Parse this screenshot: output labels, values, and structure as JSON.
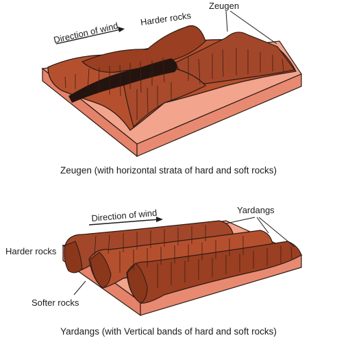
{
  "top_diagram": {
    "wind_label": "Direction of wind",
    "harder_rocks_label": "Harder rocks",
    "zeugen_label": "Zeugen",
    "caption": "Zeugen (with horizontal strata of hard and soft rocks)"
  },
  "bottom_diagram": {
    "wind_label": "Direction of wind",
    "yardangs_label": "Yardangs",
    "harder_rocks_label": "Harder rocks",
    "softer_rocks_label": "Softer rocks",
    "caption": "Yardangs (with Vertical bands of hard and soft rocks)"
  },
  "colors": {
    "rock_dark": "#9a3f22",
    "rock_mid": "#b5502e",
    "base_light": "#f2a48c",
    "base_side": "#e5826a",
    "outline": "#2b1a14"
  }
}
